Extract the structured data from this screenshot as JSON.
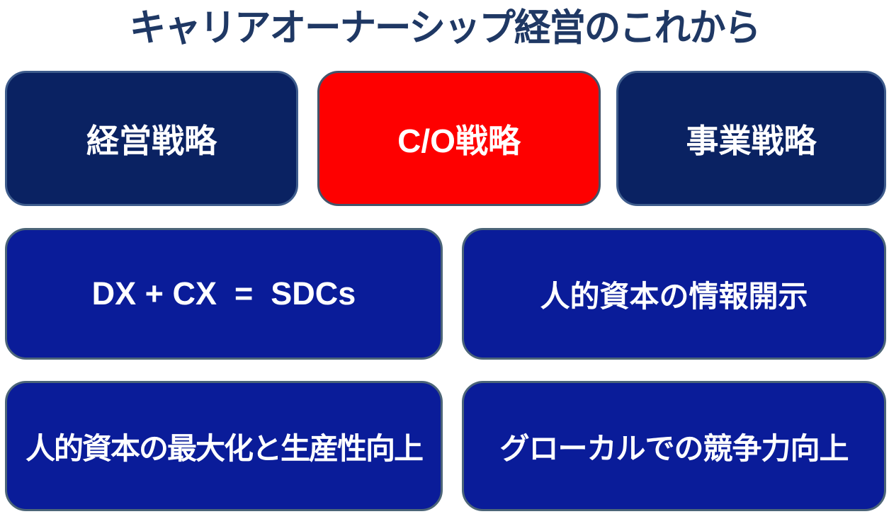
{
  "diagram": {
    "title": "キャリアオーナーシップ経営のこれから",
    "colors": {
      "title_text": "#1F3864",
      "navy_box_fill": "#0A2262",
      "red_box_fill": "#FE0000",
      "royal_box_fill": "#0A1C99",
      "box_border_slate": "#44546A",
      "box_text": "#FFFFFF",
      "background": "#FFFFFF"
    },
    "rows": [
      {
        "boxes": [
          {
            "label": "経営戦略",
            "variant": "navy"
          },
          {
            "label": "C/O戦略",
            "variant": "red"
          },
          {
            "label": "事業戦略",
            "variant": "navy"
          }
        ]
      },
      {
        "boxes": [
          {
            "label": "DX + CX  =  SDCs",
            "variant": "royal"
          },
          {
            "label": "人的資本の情報開示",
            "variant": "royal"
          }
        ]
      },
      {
        "boxes": [
          {
            "label": "人的資本の最大化と生産性向上",
            "variant": "royal"
          },
          {
            "label": "グローカルでの競争力向上",
            "variant": "royal"
          }
        ]
      }
    ]
  }
}
